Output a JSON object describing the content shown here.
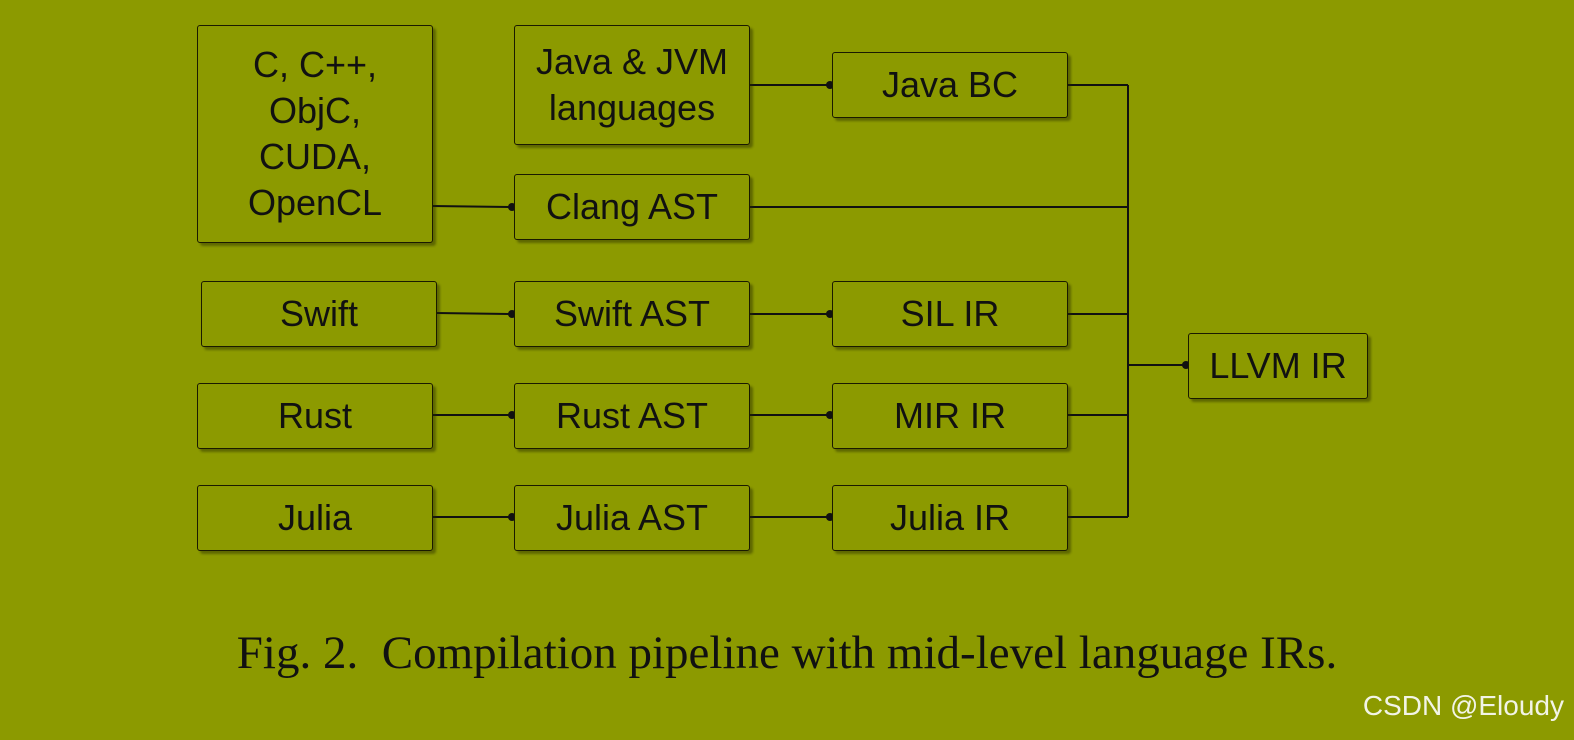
{
  "nodes": {
    "c_family": {
      "lines": [
        "C, C++,",
        "ObjC,",
        "CUDA,",
        "OpenCL"
      ]
    },
    "java_lang": {
      "lines": [
        "Java & JVM",
        "languages"
      ]
    },
    "java_bc": {
      "label": "Java BC"
    },
    "clang_ast": {
      "label": "Clang AST"
    },
    "swift": {
      "label": "Swift"
    },
    "swift_ast": {
      "label": "Swift AST"
    },
    "sil_ir": {
      "label": "SIL IR"
    },
    "rust": {
      "label": "Rust"
    },
    "rust_ast": {
      "label": "Rust AST"
    },
    "mir_ir": {
      "label": "MIR IR"
    },
    "julia": {
      "label": "Julia"
    },
    "julia_ast": {
      "label": "Julia AST"
    },
    "julia_ir": {
      "label": "Julia IR"
    },
    "llvm_ir": {
      "label": "LLVM IR"
    }
  },
  "caption": {
    "number": "Fig. 2.",
    "text": "Compilation pipeline with mid-level language IRs."
  },
  "watermark": "CSDN @Eloudy",
  "colors": {
    "background": "#8c9a00",
    "stroke": "#111111"
  }
}
